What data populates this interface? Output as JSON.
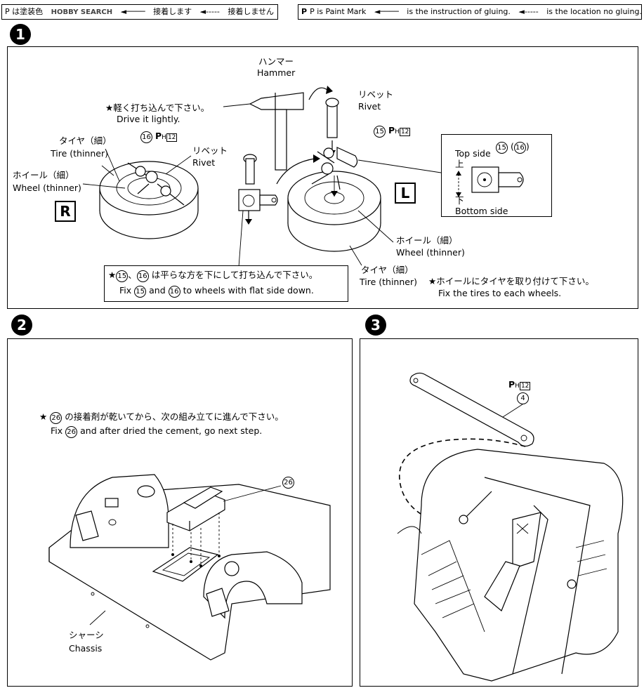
{
  "legend": {
    "jp_watermark": "HOBBY SEARCH",
    "jp_paint": "P は塗装色",
    "jp_glue": "接着します",
    "jp_noglue": "接着しません",
    "en_paint": "P is Paint Mark",
    "en_glue": "is the instruction of gluing.",
    "en_noglue": "is the location no gluing."
  },
  "steps": {
    "s1": "1",
    "s2": "2",
    "s3": "3"
  },
  "step1": {
    "hammer_jp": "ハンマー",
    "hammer_en": "Hammer",
    "rivet_top_jp": "リベット",
    "rivet_top_en": "Rivet",
    "drive_jp": "★軽く打ち込んで下さい。",
    "drive_en": "Drive it lightly.",
    "tire_r_jp": "タイヤ（細）",
    "tire_r_en": "Tire (thinner)",
    "part16": "16",
    "paint_code": "12",
    "rivet_r_jp": "リベット",
    "rivet_r_en": "Rivet",
    "wheel_r_jp": "ホイール（細）",
    "wheel_r_en": "Wheel (thinner)",
    "label_r": "R",
    "part15": "15",
    "label_l": "L",
    "top_side": "Top side",
    "top_jp": "上",
    "bottom_jp": "下",
    "bottom_side": "Bottom side",
    "wheel_l_jp": "ホイール（細）",
    "wheel_l_en": "Wheel (thinner)",
    "tire_l_jp": "タイヤ（細）",
    "tire_l_en": "Tire (thinner)",
    "flat_jp": "は平らな方を下にして打ち込んで下さい。",
    "flat_en_a": "Fix",
    "flat_en_and": "and",
    "flat_en_b": "to wheels with flat side down.",
    "fix_tires_jp": "★ホイールにタイヤを取り付けて下さい。",
    "fix_tires_en": "Fix the tires to each wheels."
  },
  "step2": {
    "part26": "26",
    "cement_jp": "の接着剤が乾いてから、次の組み立てに進んで下さい。",
    "cement_en_a": "Fix",
    "cement_en_b": "and after dried the cement, go next step.",
    "chassis_jp": "シャーシ",
    "chassis_en": "Chassis"
  },
  "step3": {
    "paint_code": "12",
    "part4": "4"
  }
}
